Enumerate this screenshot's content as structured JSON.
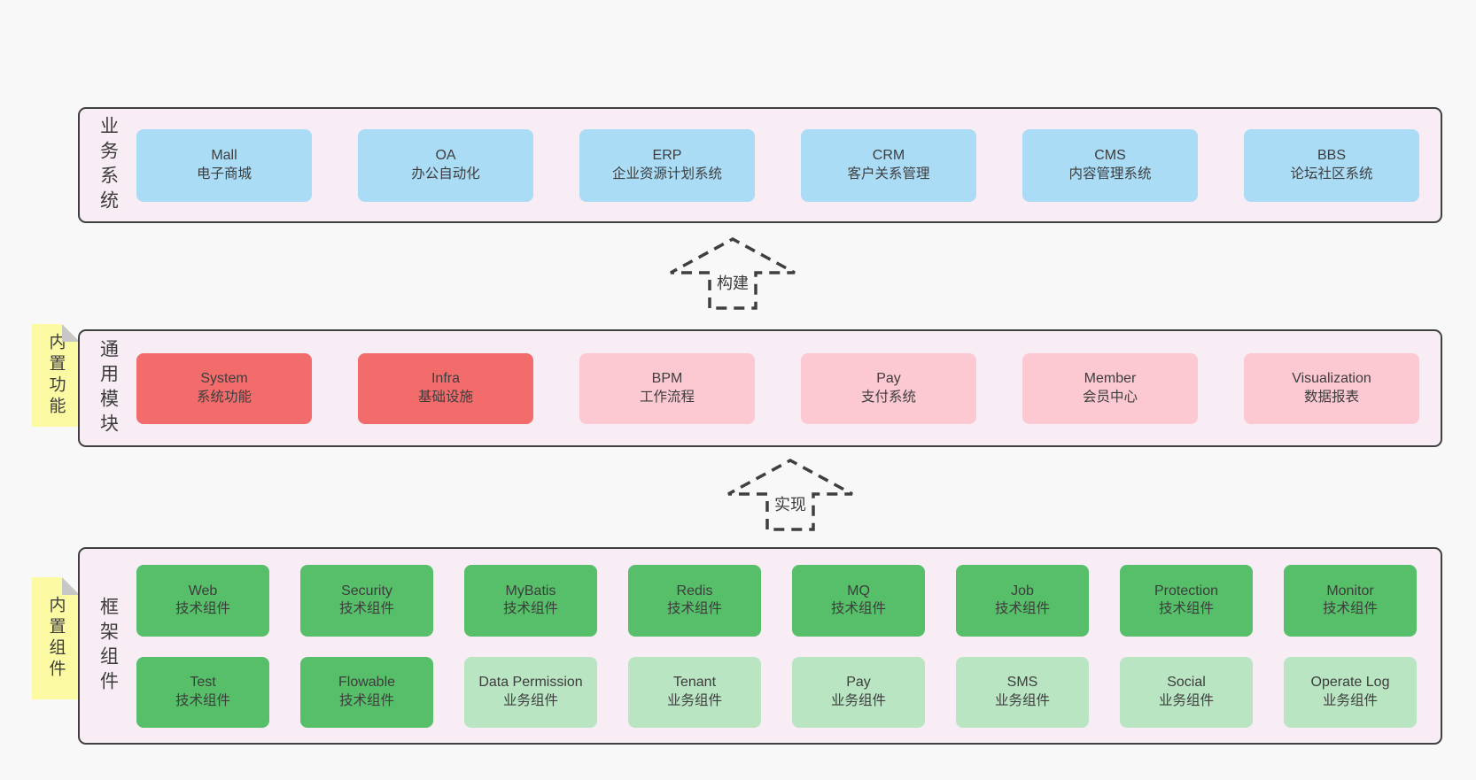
{
  "diagram": {
    "arrows": [
      {
        "label": "构建"
      },
      {
        "label": "实现"
      }
    ],
    "layers": {
      "business": {
        "label": "业务系统",
        "boxes": [
          {
            "title": "Mall",
            "subtitle": "电子商城",
            "variant": "blue"
          },
          {
            "title": "OA",
            "subtitle": "办公自动化",
            "variant": "blue"
          },
          {
            "title": "ERP",
            "subtitle": "企业资源计划系统",
            "variant": "blue"
          },
          {
            "title": "CRM",
            "subtitle": "客户关系管理",
            "variant": "blue"
          },
          {
            "title": "CMS",
            "subtitle": "内容管理系统",
            "variant": "blue"
          },
          {
            "title": "BBS",
            "subtitle": "论坛社区系统",
            "variant": "blue"
          }
        ]
      },
      "modules": {
        "label": "通用模块",
        "note": "内置功能",
        "boxes": [
          {
            "title": "System",
            "subtitle": "系统功能",
            "variant": "red"
          },
          {
            "title": "Infra",
            "subtitle": "基础设施",
            "variant": "red"
          },
          {
            "title": "BPM",
            "subtitle": "工作流程",
            "variant": "pink"
          },
          {
            "title": "Pay",
            "subtitle": "支付系统",
            "variant": "pink"
          },
          {
            "title": "Member",
            "subtitle": "会员中心",
            "variant": "pink"
          },
          {
            "title": "Visualization",
            "subtitle": "数据报表",
            "variant": "pink"
          }
        ]
      },
      "framework": {
        "label": "框架组件",
        "note": "内置组件",
        "rows": [
          [
            {
              "title": "Web",
              "subtitle": "技术组件",
              "variant": "green"
            },
            {
              "title": "Security",
              "subtitle": "技术组件",
              "variant": "green"
            },
            {
              "title": "MyBatis",
              "subtitle": "技术组件",
              "variant": "green"
            },
            {
              "title": "Redis",
              "subtitle": "技术组件",
              "variant": "green"
            },
            {
              "title": "MQ",
              "subtitle": "技术组件",
              "variant": "green"
            },
            {
              "title": "Job",
              "subtitle": "技术组件",
              "variant": "green"
            },
            {
              "title": "Protection",
              "subtitle": "技术组件",
              "variant": "green"
            },
            {
              "title": "Monitor",
              "subtitle": "技术组件",
              "variant": "green"
            }
          ],
          [
            {
              "title": "Test",
              "subtitle": "技术组件",
              "variant": "green"
            },
            {
              "title": "Flowable",
              "subtitle": "技术组件",
              "variant": "green"
            },
            {
              "title": "Data Permission",
              "subtitle": "业务组件",
              "variant": "lightgreen"
            },
            {
              "title": "Tenant",
              "subtitle": "业务组件",
              "variant": "lightgreen"
            },
            {
              "title": "Pay",
              "subtitle": "业务组件",
              "variant": "lightgreen"
            },
            {
              "title": "SMS",
              "subtitle": "业务组件",
              "variant": "lightgreen"
            },
            {
              "title": "Social",
              "subtitle": "业务组件",
              "variant": "lightgreen"
            },
            {
              "title": "Operate Log",
              "subtitle": "业务组件",
              "variant": "lightgreen"
            }
          ]
        ]
      }
    },
    "colors": {
      "page_bg": "#f8f8f8",
      "layer_bg": "#f8edf5",
      "layer_border": "#404040",
      "blue": "#aadcf6",
      "red": "#f26c6c",
      "pink": "#fcc8d2",
      "green": "#57bf69",
      "lightgreen": "#b9e5c3",
      "note_yellow": "#fcfba3",
      "note_fold": "#c7c7c7",
      "text": "#3d3d3d"
    }
  }
}
